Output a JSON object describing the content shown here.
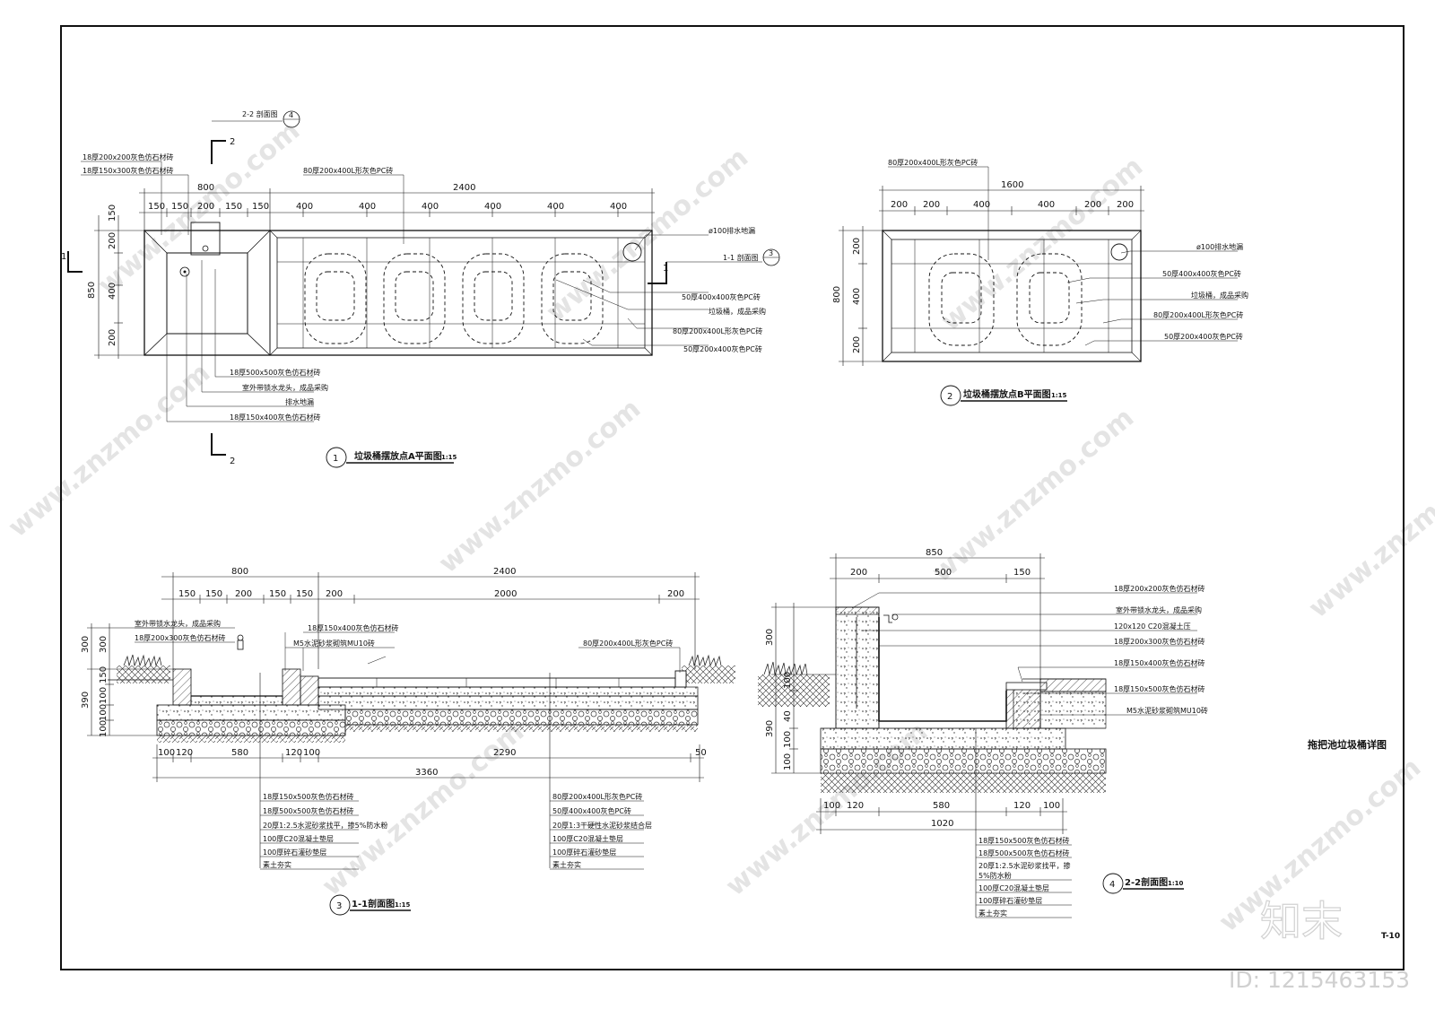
{
  "sheet": {
    "title": "拖把池垃圾桶详图",
    "number": "T-10",
    "watermark": "www.znzmo.com",
    "brand": "知末",
    "id_text": "ID: 1215463153"
  },
  "plan_a": {
    "title": "垃圾桶摆放点A平面图",
    "scale": "1:15",
    "index": "1",
    "section_ref_top": "2-2 剖面图",
    "section_ref_top_index": "4",
    "section_ref_right": "1-1 剖面图",
    "section_ref_right_index": "3",
    "cut_2": "2",
    "cut_1": "1",
    "dims_top_total": [
      "800",
      "2400"
    ],
    "dims_top": [
      "150",
      "150",
      "200",
      "150",
      "150",
      "400",
      "400",
      "400",
      "400",
      "400",
      "400"
    ],
    "dims_left": [
      "150",
      "200",
      "400",
      "200"
    ],
    "dim_left_total": "850",
    "labels_top": [
      "18厚200x200灰色仿石材砖",
      "18厚150x300灰色仿石材砖",
      "80厚200x400L形灰色PC砖"
    ],
    "labels_right": [
      "ø100排水地漏",
      "50厚400x400灰色PC砖",
      "垃圾桶，成品采购",
      "80厚200x400L形灰色PC砖",
      "50厚200x400灰色PC砖"
    ],
    "labels_bottom": [
      "18厚500x500灰色仿石材砖",
      "室外带锁水龙头，成品采购",
      "排水地漏",
      "18厚150x400灰色仿石材砖"
    ]
  },
  "plan_b": {
    "title": "垃圾桶摆放点B平面图",
    "scale": "1:15",
    "index": "2",
    "label_top": "80厚200x400L形灰色PC砖",
    "dim_total": "1600",
    "dims_top": [
      "200",
      "200",
      "400",
      "400",
      "200",
      "200"
    ],
    "dims_left": [
      "200",
      "400",
      "200"
    ],
    "dim_left_total": "800",
    "labels_right": [
      "ø100排水地漏",
      "50厚400x400灰色PC砖",
      "垃圾桶，成品采购",
      "80厚200x400L形灰色PC砖",
      "50厚200x400灰色PC砖"
    ]
  },
  "section_1": {
    "title": "1-1剖面图",
    "scale": "1:15",
    "index": "3",
    "dims_top_total": [
      "800",
      "2400"
    ],
    "dims_top": [
      "150",
      "150",
      "200",
      "150",
      "150",
      "200",
      "2000",
      "200"
    ],
    "dims_left": [
      "300",
      "300",
      "150",
      "390",
      "100",
      "100",
      "100"
    ],
    "dims_bottom": [
      "100",
      "120",
      "580",
      "120",
      "100",
      "2290",
      "50"
    ],
    "dim_bottom_total": "3360",
    "labels_top": [
      "室外带锁水龙头，成品采购",
      "18厚200x300灰色仿石材砖",
      "18厚150x400灰色仿石材砖",
      "M5水泥砂浆砌筑MU10砖",
      "80厚200x400L形灰色PC砖"
    ],
    "layers_left": [
      "18厚150x500灰色仿石材砖",
      "18厚500x500灰色仿石材砖",
      "20厚1:2.5水泥砂浆找平，掺5%防水粉",
      "100厚C20混凝土垫层",
      "100厚碎石灌砂垫层",
      "素土夯实"
    ],
    "layers_right": [
      "80厚200x400L形灰色PC砖",
      "50厚400x400灰色PC砖",
      "20厚1:3干硬性水泥砂浆结合层",
      "100厚C20混凝土垫层",
      "100厚碎石灌砂垫层",
      "素土夯实"
    ]
  },
  "section_2": {
    "title": "2-2剖面图",
    "scale": "1:10",
    "index": "4",
    "dim_top_total": "850",
    "dims_top": [
      "200",
      "500",
      "150"
    ],
    "dims_left": [
      "300",
      "100",
      "390",
      "40",
      "100",
      "100"
    ],
    "dims_bottom": [
      "100",
      "120",
      "580",
      "120",
      "100"
    ],
    "dim_bottom_total": "1020",
    "labels_right": [
      "18厚200x200灰色仿石材砖",
      "室外带锁水龙头，成品采购",
      "120x120 C20混凝土压",
      "18厚200x300灰色仿石材砖",
      "18厚150x400灰色仿石材砖",
      "18厚150x500灰色仿石材砖",
      "M5水泥砂浆砌筑MU10砖"
    ],
    "layers": [
      "18厚150x500灰色仿石材砖",
      "18厚500x500灰色仿石材砖",
      "20厚1:2.5水泥砂浆找平，掺",
      "5%防水粉",
      "100厚C20混凝土垫层",
      "100厚碎石灌砂垫层",
      "素土夯实"
    ]
  }
}
